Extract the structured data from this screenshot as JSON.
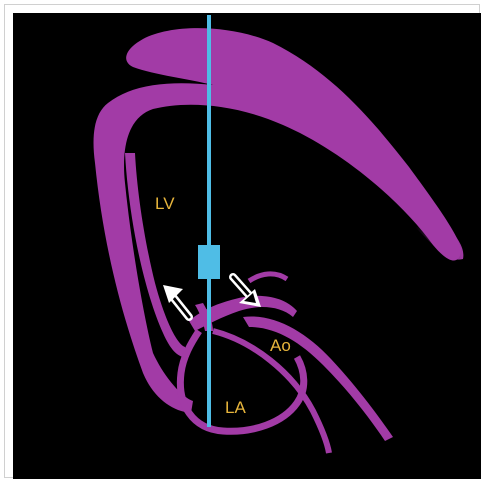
{
  "labels": {
    "lv": "LV",
    "ao": "Ao",
    "la": "LA"
  },
  "colors": {
    "background": "#000000",
    "tissue": "#a23ba6",
    "beam": "#4fbde6",
    "label": "#e7b53c",
    "arrow": "#ffffff"
  },
  "icons": {
    "inflow_arrow": "arrow-up-left-icon",
    "outflow_arrow": "arrow-down-right-icon",
    "sample_volume": "doppler-sample-volume-icon"
  }
}
